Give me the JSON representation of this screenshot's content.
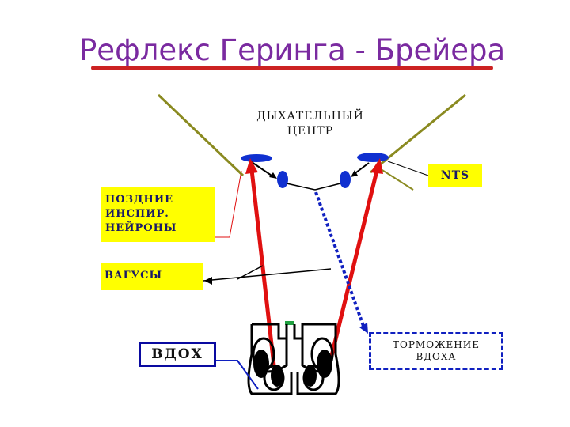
{
  "title": "Рефлекс  Геринга - Брейера",
  "labels": {
    "center_line1": "ДЫХАТЕЛЬНЫЙ",
    "center_line2": "ЦЕНТР",
    "late_neurons_line1": "ПОЗДНИЕ",
    "late_neurons_line2": "ИНСПИР.",
    "late_neurons_line3": "НЕЙРОНЫ",
    "vagus": "ВАГУСЫ",
    "nts": "NTS",
    "inhale": "ВДОХ",
    "inhibition_line1": "ТОРМОЖЕНИЕ",
    "inhibition_line2": "ВДОХА"
  },
  "colors": {
    "title": "#7a2aa0",
    "underline": "#cc2222",
    "label_bg": "#ffff00",
    "arrow_red": "#e01010",
    "neuron_blue": "#1030d0",
    "dashed_blue": "#1020c0",
    "brainstem": "#8a8a20"
  }
}
